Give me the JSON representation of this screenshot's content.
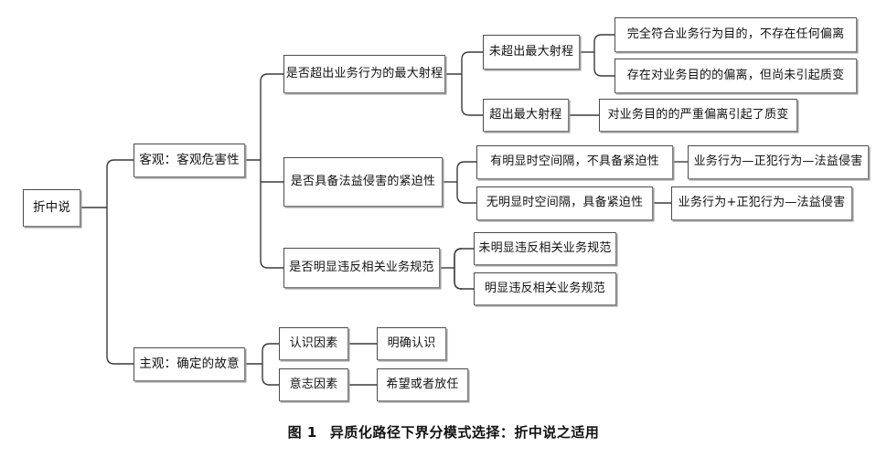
{
  "figure": {
    "caption_number": "图 1",
    "caption_text": "异质化路径下界分模式选择：折中说之适用",
    "type": "tree-diagram",
    "colors": {
      "background": "#ffffff",
      "box_border": "#4a4a4a",
      "box_shadow": "#9a9a9a",
      "connector": "#3a3a3a",
      "text": "#111111"
    }
  },
  "nodes": {
    "root": {
      "label": "折中说"
    },
    "objective": {
      "label": "客观：客观危害性"
    },
    "subjective": {
      "label": "主观：确定的故意"
    },
    "criterion_range": {
      "label": "是否超出业务行为的最大射程"
    },
    "criterion_urgency": {
      "label": "是否具备法益侵害的紧迫性"
    },
    "criterion_norms": {
      "label": "是否明显违反相关业务规范"
    },
    "range_within": {
      "label": "未超出最大射程"
    },
    "range_beyond": {
      "label": "超出最大射程"
    },
    "range_within_a": {
      "label": "完全符合业务行为目的，不存在任何偏离"
    },
    "range_within_b": {
      "label": "存在对业务目的的偏离，但尚未引起质变"
    },
    "range_beyond_a": {
      "label": "对业务目的的严重偏离引起了质变"
    },
    "urgency_no": {
      "label": "有明显时空间隔，不具备紧迫性"
    },
    "urgency_yes": {
      "label": "无明显时空间隔，具备紧迫性"
    },
    "urgency_no_result": {
      "label": "业务行为—正犯行为—法益侵害"
    },
    "urgency_yes_result": {
      "label": "业务行为+正犯行为—法益侵害"
    },
    "norms_no": {
      "label": "未明显违反相关业务规范"
    },
    "norms_yes": {
      "label": "明显违反相关业务规范"
    },
    "cognitive_factor": {
      "label": "认识因素"
    },
    "volitional_factor": {
      "label": "意志因素"
    },
    "cognitive_result": {
      "label": "明确认识"
    },
    "volitional_result": {
      "label": "希望或者放任"
    }
  },
  "tree": {
    "root": "折中说",
    "branches": [
      {
        "label": "客观：客观危害性",
        "children": [
          {
            "label": "是否超出业务行为的最大射程",
            "children": [
              {
                "label": "未超出最大射程",
                "children": [
                  {
                    "label": "完全符合业务行为目的，不存在任何偏离"
                  },
                  {
                    "label": "存在对业务目的的偏离，但尚未引起质变"
                  }
                ]
              },
              {
                "label": "超出最大射程",
                "children": [
                  {
                    "label": "对业务目的的严重偏离引起了质变"
                  }
                ]
              }
            ]
          },
          {
            "label": "是否具备法益侵害的紧迫性",
            "children": [
              {
                "label": "有明显时空间隔，不具备紧迫性",
                "children": [
                  {
                    "label": "业务行为—正犯行为—法益侵害"
                  }
                ]
              },
              {
                "label": "无明显时空间隔，具备紧迫性",
                "children": [
                  {
                    "label": "业务行为+正犯行为—法益侵害"
                  }
                ]
              }
            ]
          },
          {
            "label": "是否明显违反相关业务规范",
            "children": [
              {
                "label": "未明显违反相关业务规范"
              },
              {
                "label": "明显违反相关业务规范"
              }
            ]
          }
        ]
      },
      {
        "label": "主观：确定的故意",
        "children": [
          {
            "label": "认识因素",
            "children": [
              {
                "label": "明确认识"
              }
            ]
          },
          {
            "label": "意志因素",
            "children": [
              {
                "label": "希望或者放任"
              }
            ]
          }
        ]
      }
    ]
  }
}
